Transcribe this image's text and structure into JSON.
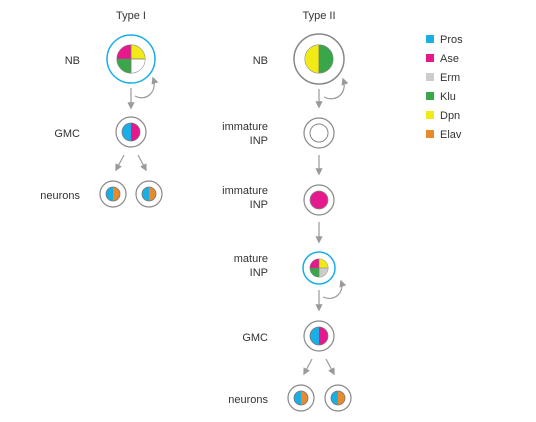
{
  "columns": {
    "type1": {
      "title": "Type I"
    },
    "type2": {
      "title": "Type II"
    }
  },
  "type1": {
    "nb_label": "NB",
    "gmc_label": "GMC",
    "neurons_label": "neurons"
  },
  "type2": {
    "nb_label": "NB",
    "immature1_line1": "immature",
    "immature1_line2": "INP",
    "immature2_line1": "immature",
    "immature2_line2": "INP",
    "mature_line1": "mature",
    "mature_line2": "INP",
    "gmc_label": "GMC",
    "neurons_label": "neurons"
  },
  "legend": {
    "items": [
      {
        "label": "Pros",
        "color": "#1aaee6"
      },
      {
        "label": "Ase",
        "color": "#e5198b"
      },
      {
        "label": "Erm",
        "color": "#cccccc"
      },
      {
        "label": "Klu",
        "color": "#3aa64a"
      },
      {
        "label": "Dpn",
        "color": "#f2ea16"
      },
      {
        "label": "Elav",
        "color": "#e8892c"
      }
    ]
  },
  "colors": {
    "outline": "#9a9a9a",
    "self_renew_ring": "#1aaee6",
    "arrow": "#9a9a9a"
  }
}
